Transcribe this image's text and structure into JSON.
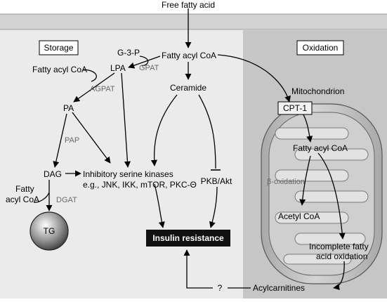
{
  "top_input": "Free fatty acid",
  "sections": {
    "storage": "Storage",
    "oxidation": "Oxidation"
  },
  "nodes": {
    "g3p": "G-3-P",
    "fatty_acyl_coa_main": "Fatty acyl CoA",
    "fatty_acyl_coa_left": "Fatty acyl CoA",
    "lpa": "LPA",
    "gpat": "GPAT",
    "agpat": "AGPAT",
    "pa": "PA",
    "pap": "PAP",
    "dag": "DAG",
    "fatty_acyl_coa_dgat": [
      "Fatty",
      "acyl CoA"
    ],
    "dgat": "DGAT",
    "tg": "TG",
    "ceramide": "Ceramide",
    "kinases": [
      "Inhibitory serine kinases",
      "e.g., JNK, IKK, mTOR, PKC-Θ"
    ],
    "pkb_akt": "PKB/Akt",
    "insulin_resistance": "Insulin resistance",
    "mitochondrion": "Mitochondrion",
    "cpt1": "CPT-1",
    "fatty_acyl_coa_mito": "Fatty acyl CoA",
    "beta_oxidation": "β-oxidation",
    "acetyl_coa": "Acetyl CoA",
    "incomplete_oxidation": [
      "Incomplete fatty",
      "acid oxidation"
    ],
    "acylcarnitines": "Acylcarnitines",
    "unknown_link": "?"
  },
  "colors": {
    "membrane_band": "#d2d2d2",
    "storage_panel": "#ebebeb",
    "oxidation_panel": "#c6c6c6",
    "mito_fill": "#bdbdbd",
    "enzyme_text": "#6a6a6a",
    "insulin_box": "#111111"
  }
}
